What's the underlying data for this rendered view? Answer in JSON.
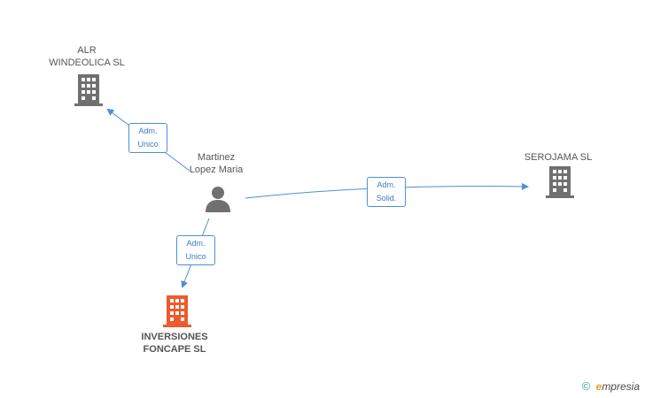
{
  "nodes": {
    "alr": {
      "label_line1": "ALR",
      "label_line2": "WINDEOLICA SL"
    },
    "person": {
      "label_line1": "Martinez",
      "label_line2": "Lopez Maria"
    },
    "serojama": {
      "label": "SEROJAMA SL"
    },
    "inversiones": {
      "label_line1": "INVERSIONES",
      "label_line2": "FONCAPE SL"
    }
  },
  "edges": {
    "to_alr": {
      "line1": "Adm.",
      "line2": "Unico"
    },
    "to_serojama": {
      "line1": "Adm.",
      "line2": "Solid."
    },
    "to_inversiones": {
      "line1": "Adm.",
      "line2": "Unico"
    }
  },
  "footer": {
    "copyright": "©",
    "brand_initial": "e",
    "brand_rest": "mpresia"
  },
  "colors": {
    "building_gray": "#707070",
    "building_main": "#ee5a2e",
    "edge_blue": "#4a90d9",
    "person_gray": "#707070"
  }
}
